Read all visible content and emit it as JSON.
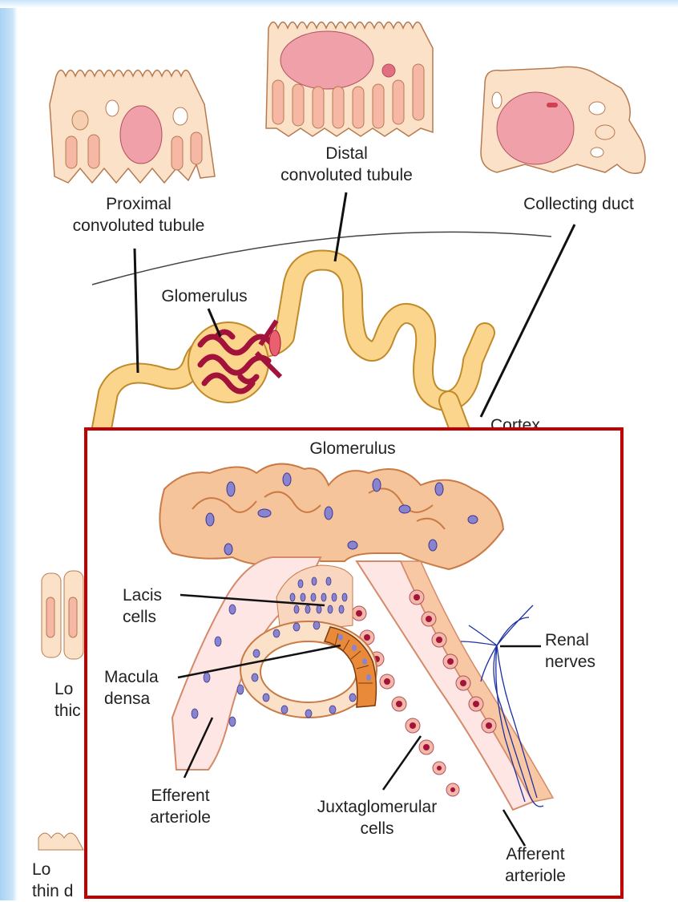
{
  "colors": {
    "sidebar": "#a9d2f2",
    "tubule_fill": "#fbd58b",
    "tubule_stroke": "#c08a2a",
    "cell_fill": "#fbe1c8",
    "cell_stroke": "#b77a4f",
    "nucleus": "#f0a0a8",
    "capillary": "#a3123a",
    "inset_border": "#c00000",
    "juxta_cell": "#f6b7a5",
    "macula_densa": "#e98a3a",
    "nerve": "#1c2fa0"
  },
  "labels": {
    "proximal": "Proximal\nconvoluted tubule",
    "distal": "Distal\nconvoluted tubule",
    "collecting": "Collecting duct",
    "glomerulus_top": "Glomerulus",
    "cortex": "Cortex",
    "loop_thick": "Lo\nthic",
    "loop_thin": "Lo\nthin d",
    "inset_title": "Glomerulus",
    "lacis": "Lacis\ncells",
    "macula": "Macula\ndensa",
    "renal_nerves": "Renal\nnerves",
    "efferent": "Efferent\narteriole",
    "juxta": "Juxtaglomerular\ncells",
    "afferent": "Afferent\narteriole"
  }
}
